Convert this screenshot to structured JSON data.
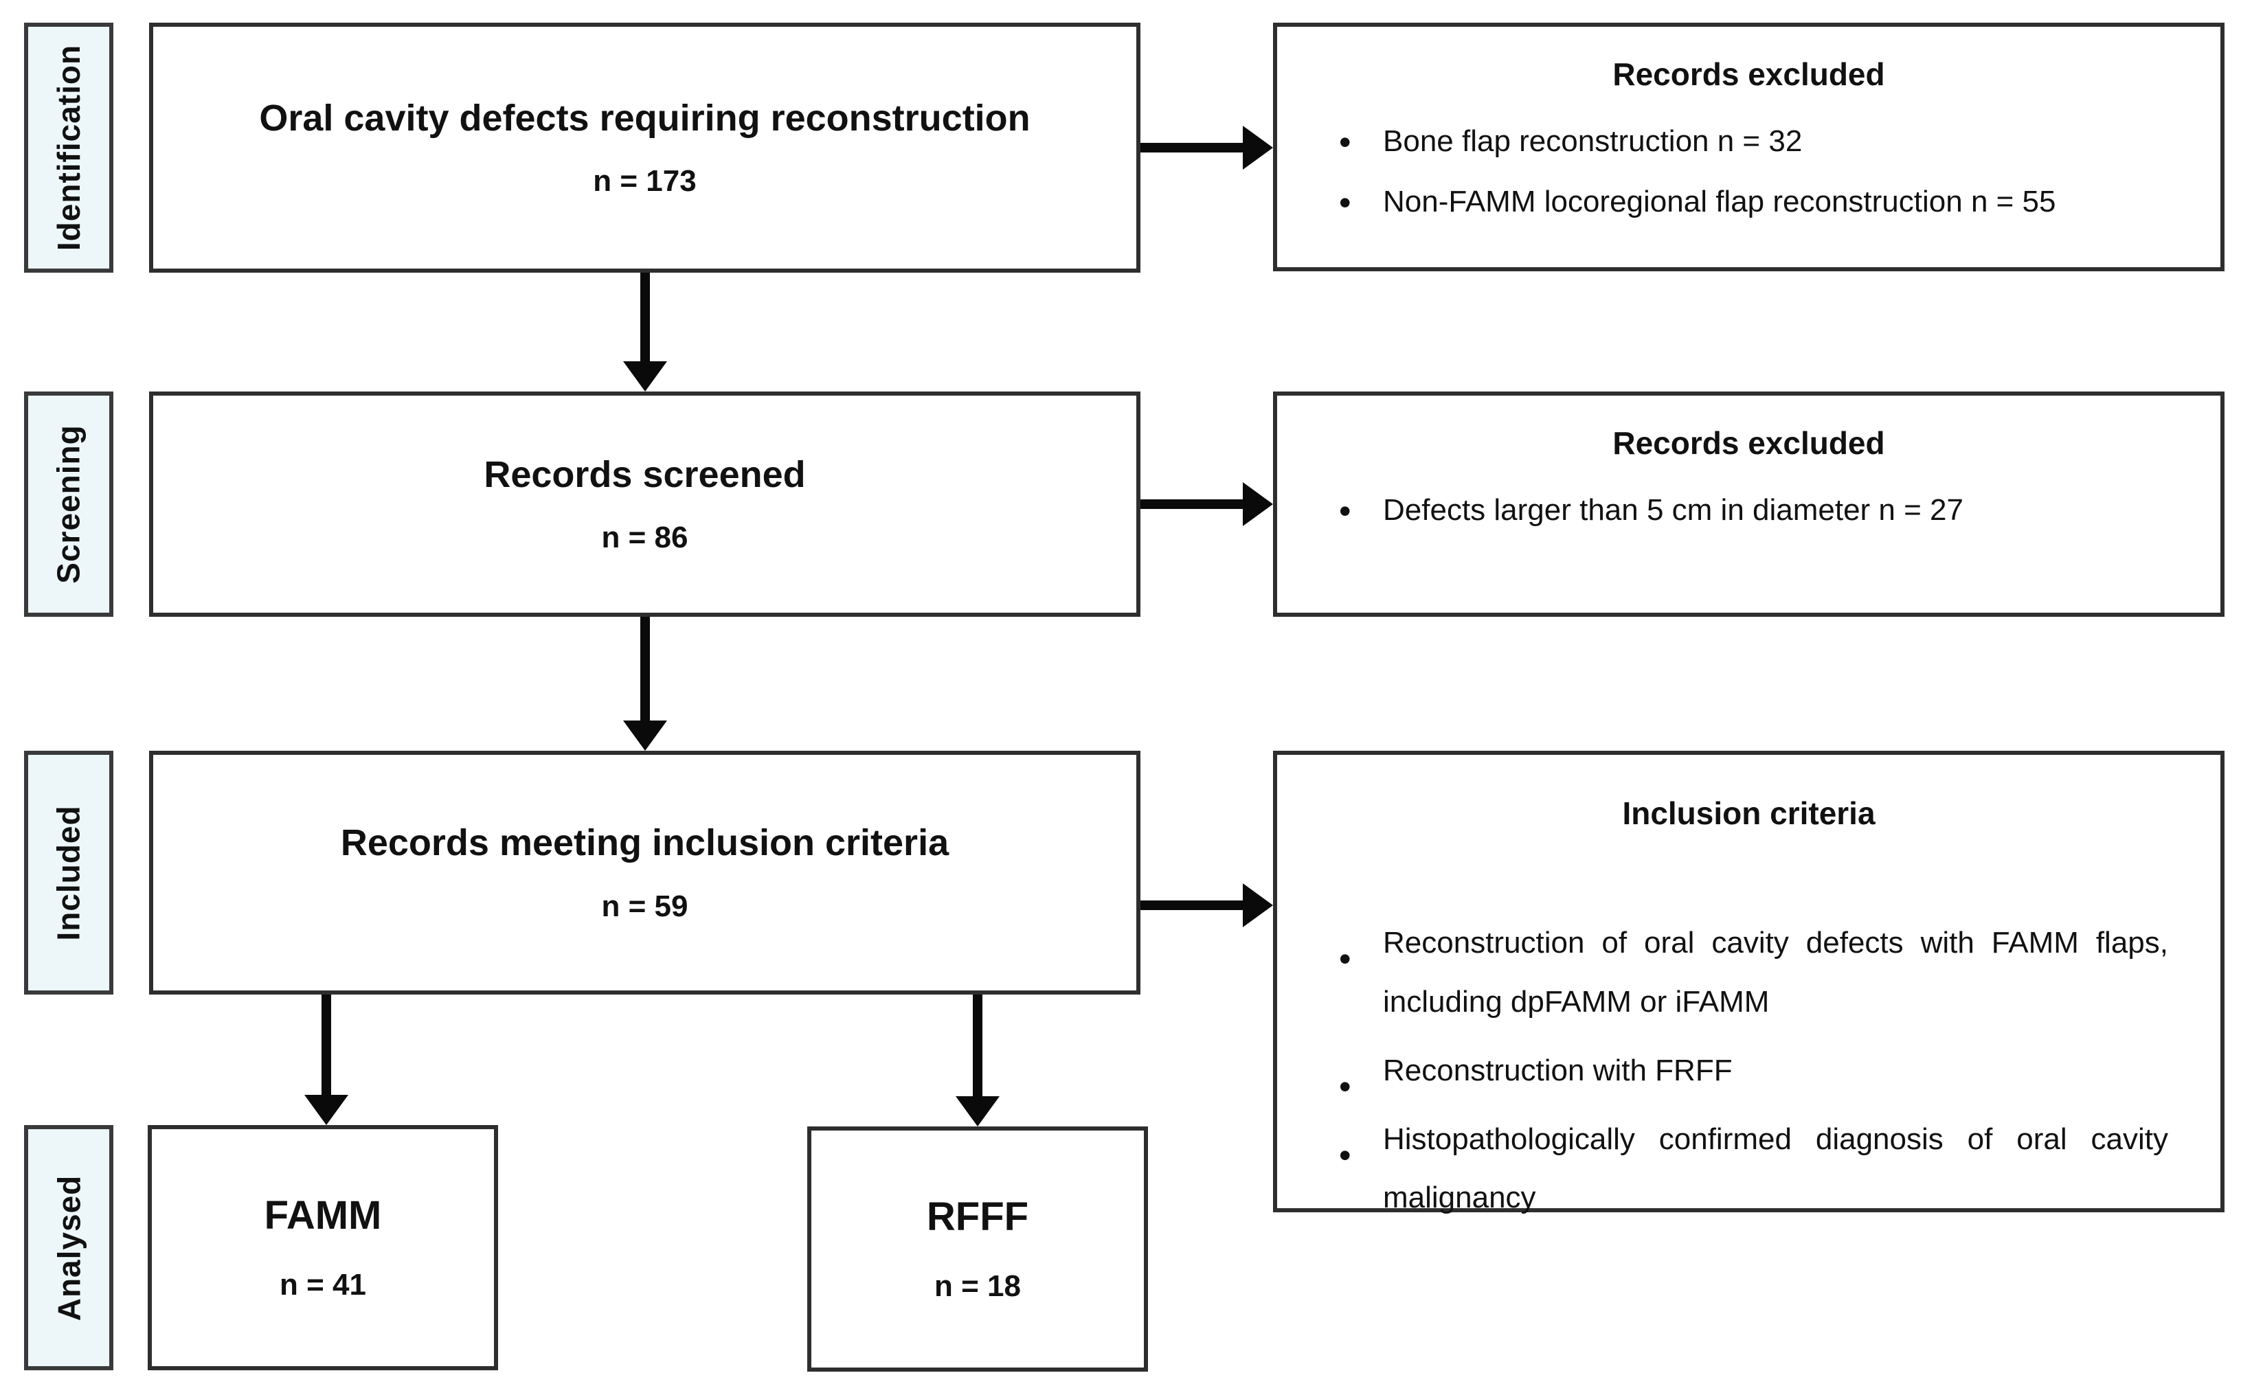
{
  "figure": {
    "type": "prisma-flow-diagram",
    "stages": [
      {
        "label": "Identification"
      },
      {
        "label": "Screening"
      },
      {
        "label": "Included"
      },
      {
        "label": "Analysed"
      }
    ],
    "flow_boxes": [
      {
        "title": "Oral cavity defects requiring reconstruction",
        "count": "n = 173"
      },
      {
        "title": "Records screened",
        "count": "n = 86"
      },
      {
        "title": "Records meeting inclusion criteria",
        "count": "n = 59"
      }
    ],
    "analysed_boxes": [
      {
        "title": "FAMM",
        "count": "n = 41"
      },
      {
        "title": "RFFF",
        "count": "n = 18"
      }
    ],
    "side_boxes": [
      {
        "title": "Records excluded",
        "bullets": [
          "Bone flap reconstruction n = 32",
          "Non-FAMM locoregional flap reconstruction n =  55"
        ]
      },
      {
        "title": "Records excluded",
        "bullets": [
          "Defects larger than 5 cm in diameter n = 27"
        ]
      },
      {
        "title": "Inclusion criteria",
        "bullets": [
          "Reconstruction of oral cavity defects with FAMM flaps, including dpFAMM or iFAMM",
          "Reconstruction with FRFF",
          "Histopathologically confirmed diagnosis of oral cavity malignancy"
        ]
      }
    ],
    "colors": {
      "stage_fill": "#edf6f8",
      "box_border": "#2e2e2e",
      "arrow": "#0a0a0a",
      "background": "#ffffff",
      "text": "#111111"
    }
  }
}
